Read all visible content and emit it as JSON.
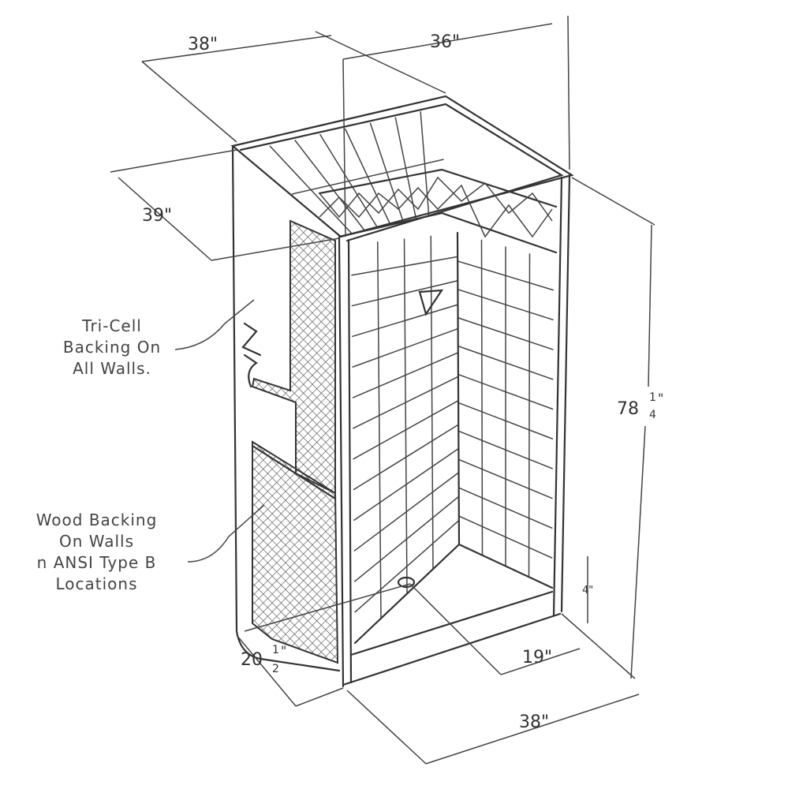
{
  "dimensions": {
    "top_width_left": "38\"",
    "top_width_right": "36\"",
    "depth_top": "39\"",
    "height_whole": "78",
    "height_fraction_num": "1",
    "height_fraction_den": "4",
    "height_unit": "\"",
    "drain_depth_whole": "20",
    "drain_depth_num": "1",
    "drain_depth_den": "2",
    "drain_depth_unit": "\"",
    "drain_offset": "19\"",
    "bottom_width": "38\"",
    "threshold_height": "4\""
  },
  "notes": {
    "tri_cell": [
      "Tri-Cell",
      "Backing On",
      "All Walls."
    ],
    "wood": [
      "Wood Backing",
      "On Walls",
      "n ANSI Type B",
      "Locations"
    ]
  },
  "colors": {
    "line": "#333333",
    "background": "#ffffff"
  }
}
